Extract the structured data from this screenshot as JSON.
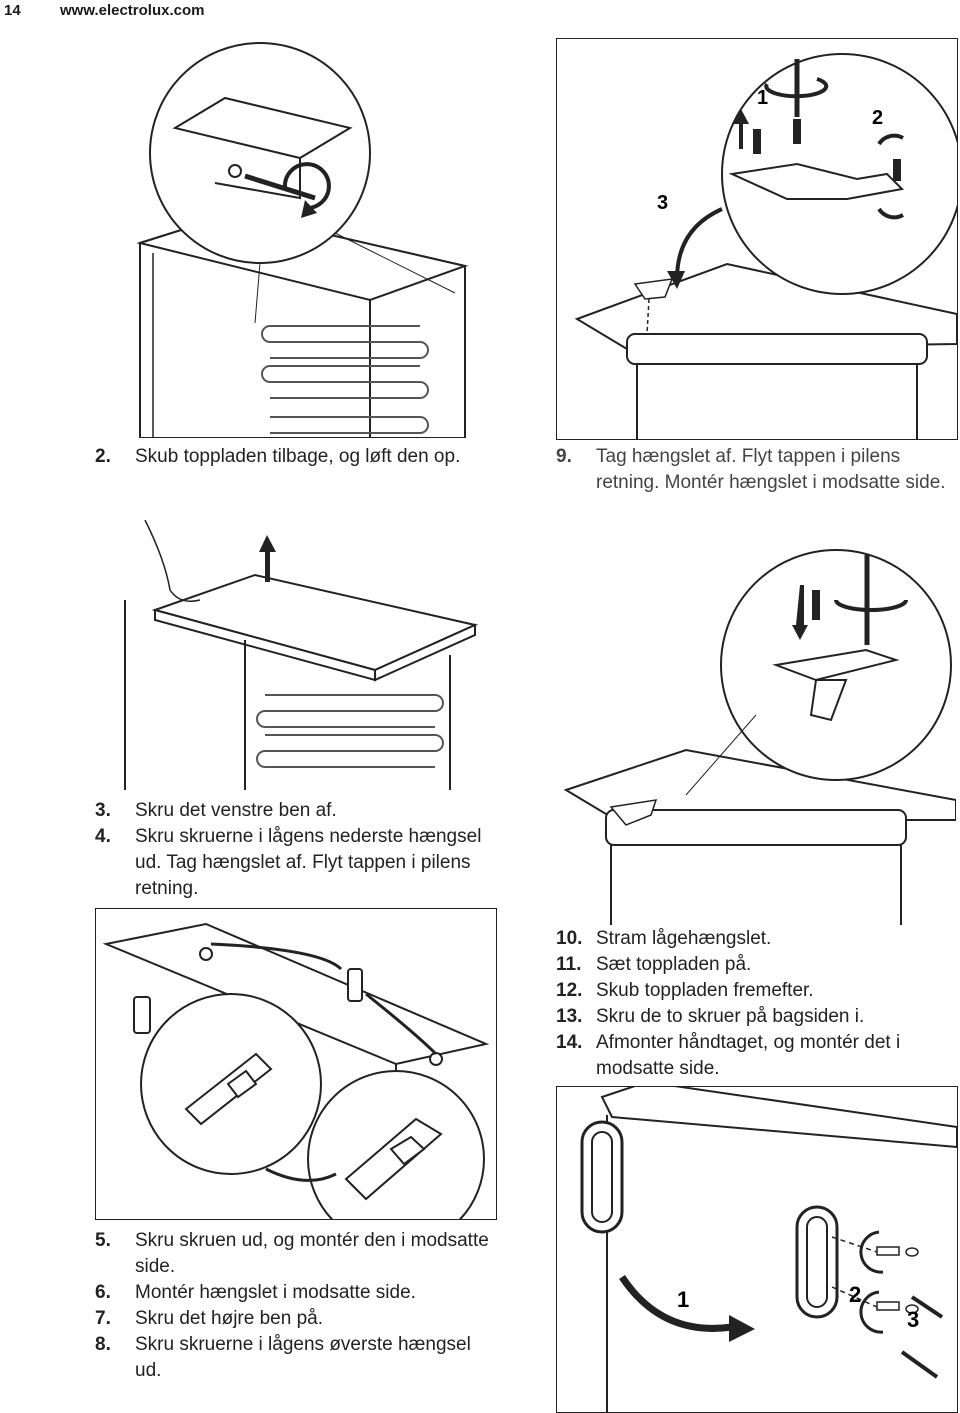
{
  "header": {
    "page_number": "14",
    "site": "www.electrolux.com"
  },
  "steps_col1_a": [
    {
      "num": "2.",
      "text": "Skub toppladen tilbage, og løft den op."
    }
  ],
  "steps_col1_b": [
    {
      "num": "3.",
      "text": "Skru det venstre ben af."
    },
    {
      "num": "4.",
      "text": "Skru skruerne i lågens nederste hængsel ud. Tag hængslet af. Flyt tappen i pilens retning."
    }
  ],
  "steps_col1_c": [
    {
      "num": "5.",
      "text": "Skru skruen ud, og montér den i modsatte side."
    },
    {
      "num": "6.",
      "text": "Montér hængslet i modsatte side."
    },
    {
      "num": "7.",
      "text": "Skru det højre ben på."
    },
    {
      "num": "8.",
      "text": "Skru skruerne i lågens øverste hængsel ud."
    }
  ],
  "steps_col2_a": [
    {
      "num": "9.",
      "text": "Tag hængslet af. Flyt tappen i pilens retning. Montér hængslet i modsatte side."
    }
  ],
  "steps_col2_b": [
    {
      "num": "10.",
      "text": "Stram lågehængslet."
    },
    {
      "num": "11.",
      "text": "Sæt toppladen på."
    },
    {
      "num": "12.",
      "text": "Skub toppladen fremefter."
    },
    {
      "num": "13.",
      "text": "Skru de to skruer på bagsiden i."
    },
    {
      "num": "14.",
      "text": "Afmonter håndtaget, og montér det i modsatte side."
    }
  ],
  "figure_labels": {
    "fig_hinge_top": {
      "label_1": "1",
      "label_2": "2",
      "label_3": "3"
    },
    "fig_handle": {
      "label_1": "1",
      "label_2": "2",
      "label_3": "3"
    }
  },
  "colors": {
    "line": "#222222",
    "light_line": "#888888",
    "text": "#1a1a1a"
  }
}
